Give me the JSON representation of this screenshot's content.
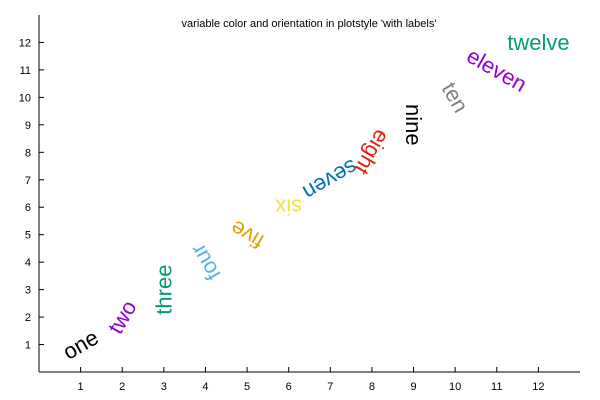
{
  "chart_data": {
    "type": "scatter",
    "title": "variable color and orientation in plotstyle 'with labels'",
    "xlabel": "",
    "ylabel": "",
    "xlim": [
      0,
      13
    ],
    "ylim": [
      0,
      13
    ],
    "x_ticks": [
      1,
      2,
      3,
      4,
      5,
      6,
      7,
      8,
      9,
      10,
      11,
      12
    ],
    "y_ticks": [
      1,
      2,
      3,
      4,
      5,
      6,
      7,
      8,
      9,
      10,
      11,
      12
    ],
    "grid": false,
    "points": [
      {
        "label": "one",
        "x": 1,
        "y": 1,
        "rotation_deg": -30,
        "color": "#000000"
      },
      {
        "label": "two",
        "x": 2,
        "y": 2,
        "rotation_deg": -60,
        "color": "#9400d3"
      },
      {
        "label": "three",
        "x": 3,
        "y": 3,
        "rotation_deg": -90,
        "color": "#009e73"
      },
      {
        "label": "four",
        "x": 4,
        "y": 4,
        "rotation_deg": -120,
        "color": "#56b4e9"
      },
      {
        "label": "five",
        "x": 5,
        "y": 5,
        "rotation_deg": -150,
        "color": "#e69f00"
      },
      {
        "label": "six",
        "x": 6,
        "y": 6,
        "rotation_deg": 180,
        "color": "#f0e442"
      },
      {
        "label": "seven",
        "x": 7,
        "y": 7,
        "rotation_deg": 150,
        "color": "#0072b2"
      },
      {
        "label": "eight",
        "x": 8,
        "y": 8,
        "rotation_deg": 120,
        "color": "#e51e10"
      },
      {
        "label": "nine",
        "x": 9,
        "y": 9,
        "rotation_deg": 90,
        "color": "#000000"
      },
      {
        "label": "ten",
        "x": 10,
        "y": 10,
        "rotation_deg": 60,
        "color": "#808080"
      },
      {
        "label": "eleven",
        "x": 11,
        "y": 11,
        "rotation_deg": 30,
        "color": "#9400d3"
      },
      {
        "label": "twelve",
        "x": 12,
        "y": 12,
        "rotation_deg": 0,
        "color": "#009e73"
      }
    ]
  }
}
